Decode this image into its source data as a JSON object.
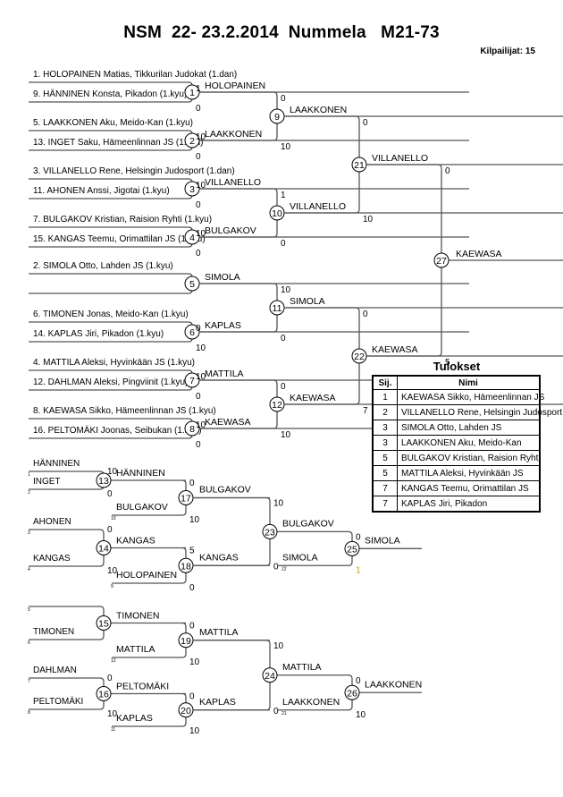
{
  "header": {
    "title": "NSM  22- 23.2.2014  Nummela   M21-73",
    "competitors_label": "Kilpailijat: 15"
  },
  "entrants": [
    "1. HOLOPAINEN Matias, Tikkurilan Judokat (1.dan)",
    "9. HÄNNINEN Konsta, Pikadon (1.kyu)",
    "5. LAAKKONEN Aku, Meido-Kan (1.kyu)",
    "13. INGET Saku, Hämeenlinnan JS (1.kyu)",
    "3. VILLANELLO Rene, Helsingin Judosport (1.dan)",
    "11. AHONEN Anssi, Jigotai (1.kyu)",
    "7. BULGAKOV Kristian, Raision Ryhti (1.kyu)",
    "15. KANGAS Teemu, Orimattilan JS (1.kyu)",
    "2. SIMOLA Otto, Lahden JS (1.kyu)",
    "",
    "6. TIMONEN Jonas, Meido-Kan (1.kyu)",
    "14. KAPLAS Jiri, Pikadon (1.kyu)",
    "4. MATTILA Aleksi, Hyvinkään JS (1.kyu)",
    "12. DAHLMAN Aleksi, Pingviinit (1.kyu)",
    "8. KAEWASA Sikko, Hämeenlinnan JS (1.kyu)",
    "16. PELTOMÄKI Joonas, Seibukan (1.kyu)"
  ],
  "main_bracket": {
    "round1": [
      {
        "match": "1",
        "winner": "HOLOPAINEN",
        "scores": [
          "1",
          "0"
        ]
      },
      {
        "match": "2",
        "winner": "LAAKKONEN",
        "scores": [
          "10",
          "0"
        ]
      },
      {
        "match": "3",
        "winner": "VILLANELLO",
        "scores": [
          "10",
          "0"
        ]
      },
      {
        "match": "4",
        "winner": "BULGAKOV",
        "scores": [
          "10",
          "0"
        ]
      },
      {
        "match": "5",
        "winner": "SIMOLA",
        "scores": [
          "",
          ""
        ]
      },
      {
        "match": "6",
        "winner": "KAPLAS",
        "scores": [
          "0",
          "10"
        ]
      },
      {
        "match": "7",
        "winner": "MATTILA",
        "scores": [
          "10",
          "0"
        ]
      },
      {
        "match": "8",
        "winner": "KAEWASA",
        "scores": [
          "10",
          "0"
        ]
      }
    ],
    "round2": [
      {
        "match": "9",
        "winner": "LAAKKONEN",
        "scores": [
          "0",
          "10"
        ]
      },
      {
        "match": "10",
        "winner": "VILLANELLO",
        "scores": [
          "1",
          "0"
        ]
      },
      {
        "match": "11",
        "winner": "SIMOLA",
        "scores": [
          "10",
          "0"
        ]
      },
      {
        "match": "12",
        "winner": "KAEWASA",
        "scores": [
          "0",
          "10"
        ]
      }
    ],
    "round3": [
      {
        "match": "21",
        "winner": "VILLANELLO",
        "scores": [
          "0",
          "10"
        ]
      },
      {
        "match": "22",
        "winner": "KAEWASA",
        "scores": [
          "0",
          "7"
        ]
      }
    ],
    "final": {
      "match": "27",
      "winner": "KAEWASA",
      "scores": [
        "0",
        "5"
      ]
    }
  },
  "repechage": {
    "round1": [
      {
        "match": "13",
        "top": "HÄNNINEN",
        "bottom": "INGET",
        "top_seed": "1",
        "bottom_seed": "2",
        "winner": "HÄNNINEN",
        "scores": [
          "10",
          "0"
        ]
      },
      {
        "match": "14",
        "top": "AHONEN",
        "bottom": "KANGAS",
        "top_seed": "3",
        "bottom_seed": "4",
        "winner": "KANGAS",
        "scores": [
          "0",
          "10"
        ]
      },
      {
        "match": "15",
        "top": "",
        "bottom": "TIMONEN",
        "top_seed": "5",
        "bottom_seed": "6",
        "winner": "TIMONEN",
        "scores": [
          "",
          ""
        ]
      },
      {
        "match": "16",
        "top": "DAHLMAN",
        "bottom": "PELTOMÄKI",
        "top_seed": "7",
        "bottom_seed": "8",
        "winner": "PELTOMÄKI",
        "scores": [
          "0",
          "10"
        ]
      }
    ],
    "round2": [
      {
        "match": "17",
        "drop_in": "BULGAKOV",
        "drop_seed": "10",
        "winner": "BULGAKOV",
        "scores": [
          "0",
          "10"
        ]
      },
      {
        "match": "18",
        "drop_in": "HOLOPAINEN",
        "drop_seed": "9",
        "winner": "KANGAS",
        "scores": [
          "5",
          "0"
        ]
      },
      {
        "match": "19",
        "drop_in": "MATTILA",
        "drop_seed": "12",
        "winner": "MATTILA",
        "scores": [
          "0",
          "10"
        ]
      },
      {
        "match": "20",
        "drop_in": "KAPLAS",
        "drop_seed": "11",
        "winner": "KAPLAS",
        "scores": [
          "0",
          "10"
        ]
      }
    ],
    "round3": [
      {
        "match": "23",
        "winner": "BULGAKOV",
        "scores": [
          "10",
          "0"
        ],
        "drop_in": "SIMOLA",
        "drop_seed": "22"
      },
      {
        "match": "24",
        "winner": "MATTILA",
        "scores": [
          "10",
          "0"
        ],
        "drop_in": "LAAKKONEN",
        "drop_seed": "21"
      }
    ],
    "bronze": [
      {
        "match": "25",
        "winner": "SIMOLA",
        "scores": [
          "0",
          "1"
        ]
      },
      {
        "match": "26",
        "winner": "LAAKKONEN",
        "scores": [
          "0",
          "10"
        ]
      }
    ]
  },
  "results": {
    "title": "Tulokset",
    "headers": [
      "Sij.",
      "Nimi"
    ],
    "rows": [
      {
        "rank": "1",
        "name": "KAEWASA Sikko, Hämeenlinnan JS"
      },
      {
        "rank": "2",
        "name": "VILLANELLO Rene, Helsingin Judosport"
      },
      {
        "rank": "3",
        "name": "SIMOLA Otto, Lahden JS"
      },
      {
        "rank": "3",
        "name": "LAAKKONEN Aku, Meido-Kan"
      },
      {
        "rank": "5",
        "name": "BULGAKOV Kristian, Raision Ryhti"
      },
      {
        "rank": "5",
        "name": "MATTILA Aleksi, Hyvinkään JS"
      },
      {
        "rank": "7",
        "name": "KANGAS Teemu, Orimattilan JS"
      },
      {
        "rank": "7",
        "name": "KAPLAS Jiri, Pikadon"
      }
    ]
  },
  "colors": {
    "line": "#555555",
    "text": "#000000",
    "highlight": "#c8a000"
  }
}
